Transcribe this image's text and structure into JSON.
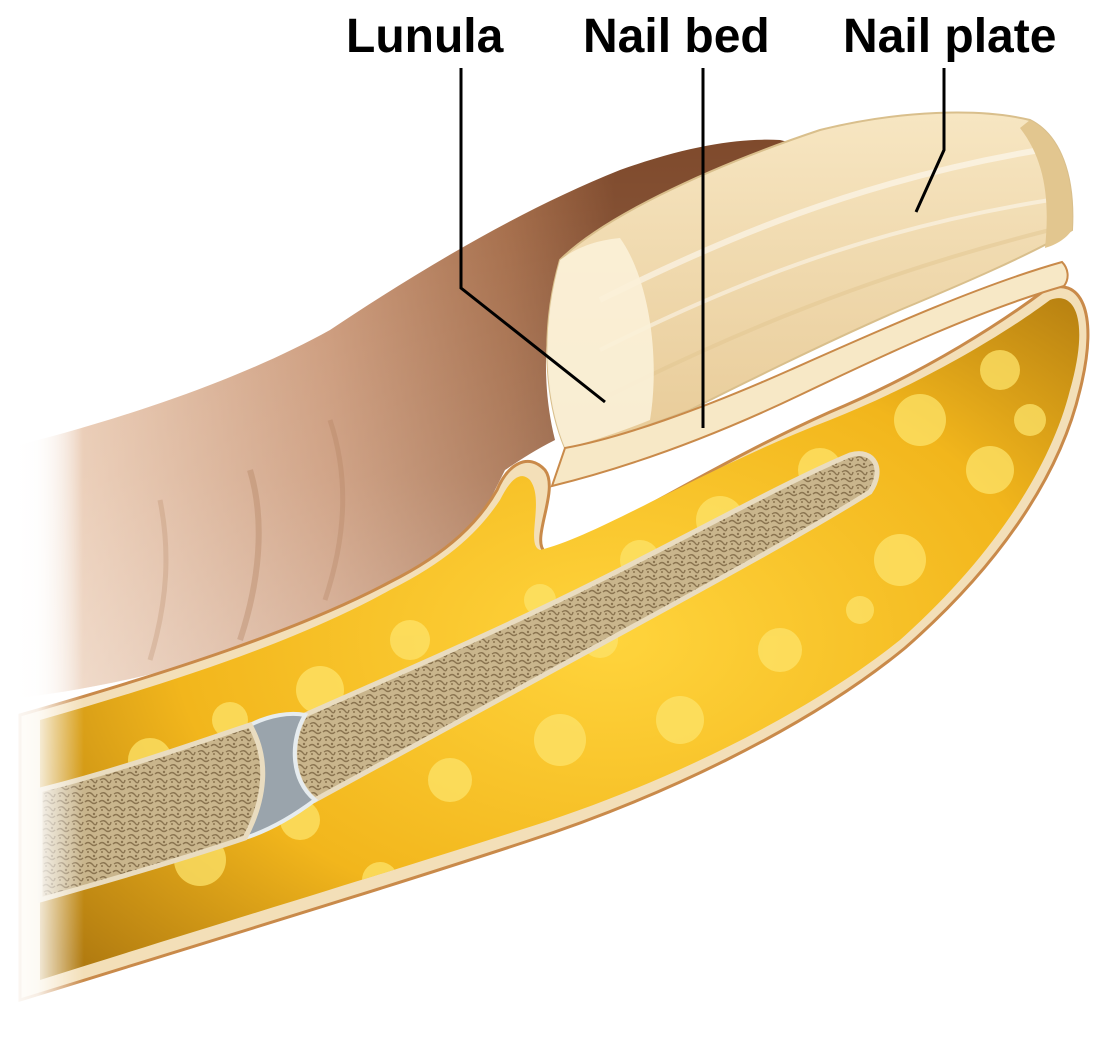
{
  "labels": {
    "lunula": "Lunula",
    "nail_bed": "Nail bed",
    "nail_plate": "Nail plate"
  },
  "colors": {
    "background": "#ffffff",
    "skin": "#c99574",
    "skin_dark": "#8a5434",
    "nail_plate": "#f1ddb4",
    "lunula": "#fbf1d8",
    "fat": "#f0b81e",
    "fat_highlight": "#fde36a",
    "bone": "#b8a27a",
    "cartilage": "#9aa4ac",
    "leader_line": "#000000"
  }
}
